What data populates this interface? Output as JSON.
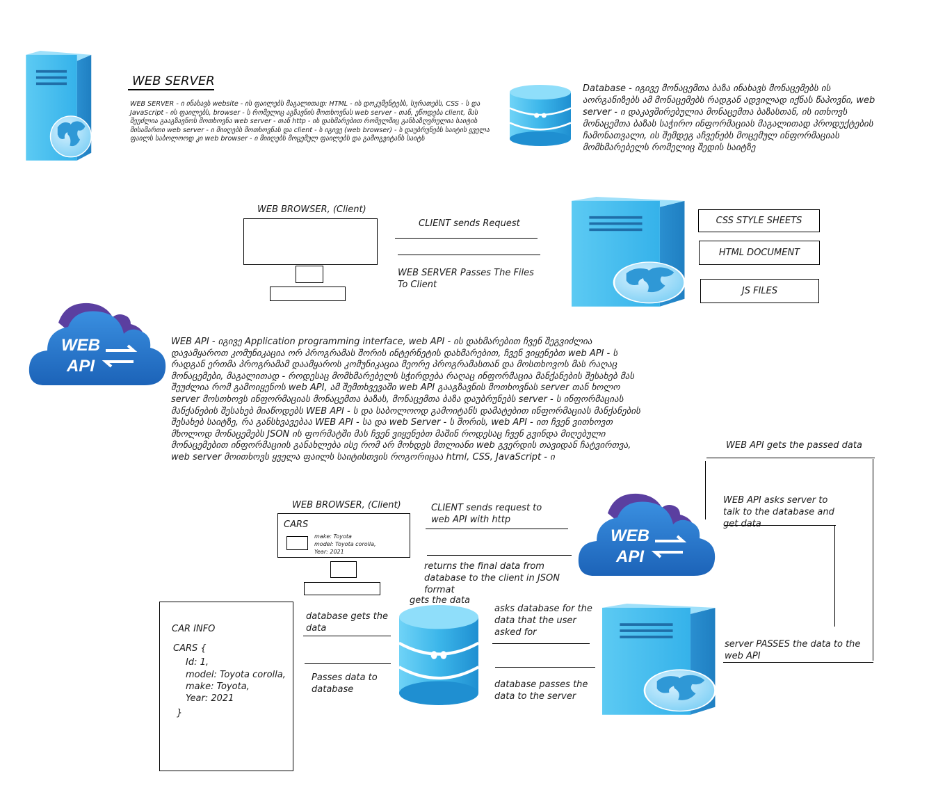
{
  "web_server_section": {
    "title": "WEB SERVER",
    "description": "WEB SERVER - ი ინახავს website - ის ფაილებს მაგალითად: HTML - ის დოკუმენტებს, სურათებს, CSS - ს და JavaScript - ის ფაილებს, browser - ს რომელიც აგზავნის მოთხოვნას web server - თან, ეწოდება client, მას შეუძლია გააგზავნოს მოთხოვნა web server - თან http - ის დახმარებით რომელშიც განსაზღვრულია საიტის მისამართი web server - ი მიიღებს მოთხოვნას და client - ს იგივე (web browser) - ს დაუბრუნებს საიტის ყველა ფაილს საბოლოოდ კი web browser - ი მიიღებს მოცემულ ფაილებს და გამოგვიტანს საიტს"
  },
  "database_section": {
    "description": "Database - იგივე მონაცემთა ბაზა ინახავს მონაცემებს ის აორგანიზებს ამ მონაცემებს რადგან ადვილად იქნას წაპოვნი, web server - ი დაკავშირებულია მონაცემთა ბაზასთან, ის ითხოვს მონაცემთა ბაზას საჭირო ინფორმაციას მაგალითად პროდუქტების ჩამონათვალი, ის შემდეგ აჩვენებს მოცემულ ინფორმაციას მომხმარებელს რომელიც შედის საიტზე"
  },
  "flow1": {
    "browser_label": "WEB BROWSER, (Client)",
    "request_label": "CLIENT sends Request",
    "response_label": "WEB SERVER Passes The Files To Client",
    "files": [
      "CSS STYLE SHEETS",
      "HTML DOCUMENT",
      "JS FILES"
    ]
  },
  "web_api_section": {
    "logo_line1": "WEB",
    "logo_line2": "API",
    "description": "WEB API - იგივე Application programming interface, web API - ის დახმარებით ჩვენ შეგვიძლია დავამყაროთ კომუნიკაცია ორ პროგრამას შორის ინტერნეტის დახმარებით, ჩვენ ვიყენებთ web API - ს რადგან ერთმა პროგრამამ დაამყაროს კომუნიკაცია მეორე პროგრამასთან და მოსთხოვოს მას რაღაც მონაცემები, მაგალითად - როდესაც მომხმარებელს სჭირდება რაღაც ინფორმაცია მანქანების შესახებ მას შეუძლია რომ გამოიყენოს web API, ამ შემთხვევაში web API გააგზავნის მოთხოვნას server თან ხოლო server მოსთხოვს ინფორმაციას მონაცემთა ბაზას, მონაცემთა ბაზა დაუბრუნებს server - ს ინფორმაციას მანქანების შესახებ მიაწოდებს WEB API - ს და საბოლოოდ გამოიტანს დამატებით ინფორმაციას მანქანების შესახებ საიტზე, რა განსხვავებაა WEB API - სა და web Server - ს შორის, web API - ით ჩვენ ვითხოვთ მხოლოდ მონაცემებს JSON ის ფორმატში მას ჩვენ ვიყენებთ მაშინ როდესაც ჩვენ გვინდა მიღებული მონაცემებით ინფორმაციის განახლება ისე რომ არ მოხდეს მთლიანი web გვერდის თავიდან ჩატვირთვა, web server მოითხოვს ყველა ფაილს საიტისთვის როგორიცაა html, CSS, JavaScript - ი"
  },
  "flow2": {
    "browser_label": "WEB BROWSER, (Client)",
    "screen_title": "CARS",
    "screen_details": [
      "make: Toyota",
      "model: Toyota corolla,",
      "Year: 2021"
    ],
    "client_request": "CLIENT sends request to web API with http",
    "returns_label": "returns the final data from database to the client in JSON format",
    "api_gets": "WEB API gets the passed data",
    "api_asks": "WEB API asks server to talk to the database and get data",
    "server_passes": "server PASSES the data to the web API",
    "db_asks": "asks database for the data that the user asked for",
    "db_passes": "database passes the data to the server",
    "gets_data": "gets the data",
    "db_gets": "database gets the data",
    "passes_to_db": "Passes data to database",
    "car_info": {
      "title": "CAR INFO",
      "lines": [
        "CARS {",
        "Id: 1,",
        "model: Toyota corolla,",
        "make: Toyota,",
        "Year: 2021",
        "}"
      ]
    }
  },
  "colors": {
    "server_light": "#4cc3f0",
    "server_dark": "#1f8fd1",
    "cloud_blue": "#2d7dd2",
    "cloud_purple": "#5b3fa0"
  }
}
